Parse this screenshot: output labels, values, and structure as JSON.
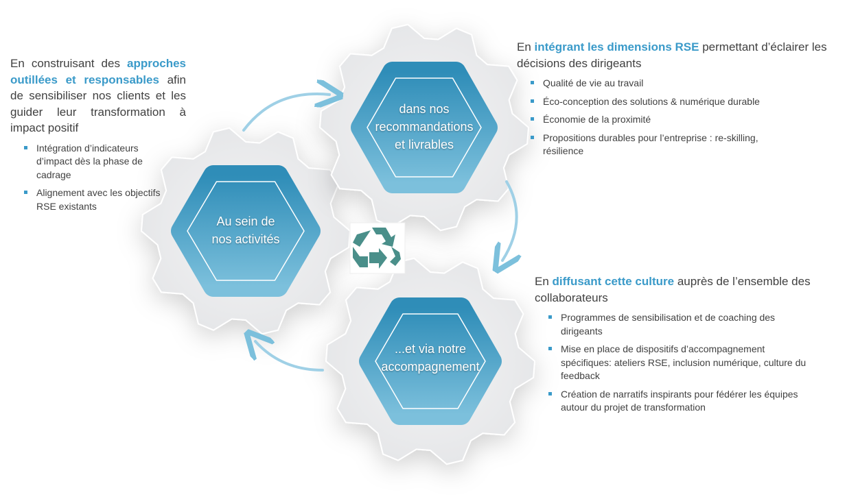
{
  "colors": {
    "accent": "#3a9ac9",
    "hex_top": "#2f8db8",
    "hex_bottom": "#7cc0dc",
    "recycle": "#4a8f8a",
    "text": "#404040"
  },
  "hexagons": {
    "left": [
      "Au sein de",
      "nos activités"
    ],
    "top": [
      "dans nos",
      "recommandations",
      "et livrables"
    ],
    "bottom": [
      "...et via notre",
      "accompagnement"
    ]
  },
  "left_block": {
    "intro": "En construisant des ",
    "highlight": "approches outillées et responsables",
    "rest": " afin de sensibiliser nos clients et les guider leur transformation à impact positif",
    "bullets": [
      "Intégration d’indicateurs d’impact dès la phase de cadrage",
      "Alignement avec les objectifs RSE existants"
    ]
  },
  "top_right_block": {
    "intro": "En ",
    "highlight": "intégrant les dimensions RSE",
    "rest": " permettant d’éclairer les décisions des dirigeants",
    "bullets": [
      "Qualité de vie au travail",
      "Éco-conception des solutions & numérique durable",
      "Économie de la proximité",
      "Propositions durables pour l’entreprise : re-skilling, résilience"
    ]
  },
  "bottom_right_block": {
    "intro": "En ",
    "highlight": "diffusant cette culture",
    "rest": " auprès de l’ensemble des collaborateurs",
    "bullets": [
      "Programmes de sensibilisation et de coaching des dirigeants",
      "Mise en place de dispositifs d’accompagnement spécifiques:  ateliers RSE, inclusion numérique, culture du feedback",
      "Création de narratifs inspirants pour fédérer les équipes autour du projet de transformation"
    ]
  },
  "center_icon": "recycle-icon"
}
